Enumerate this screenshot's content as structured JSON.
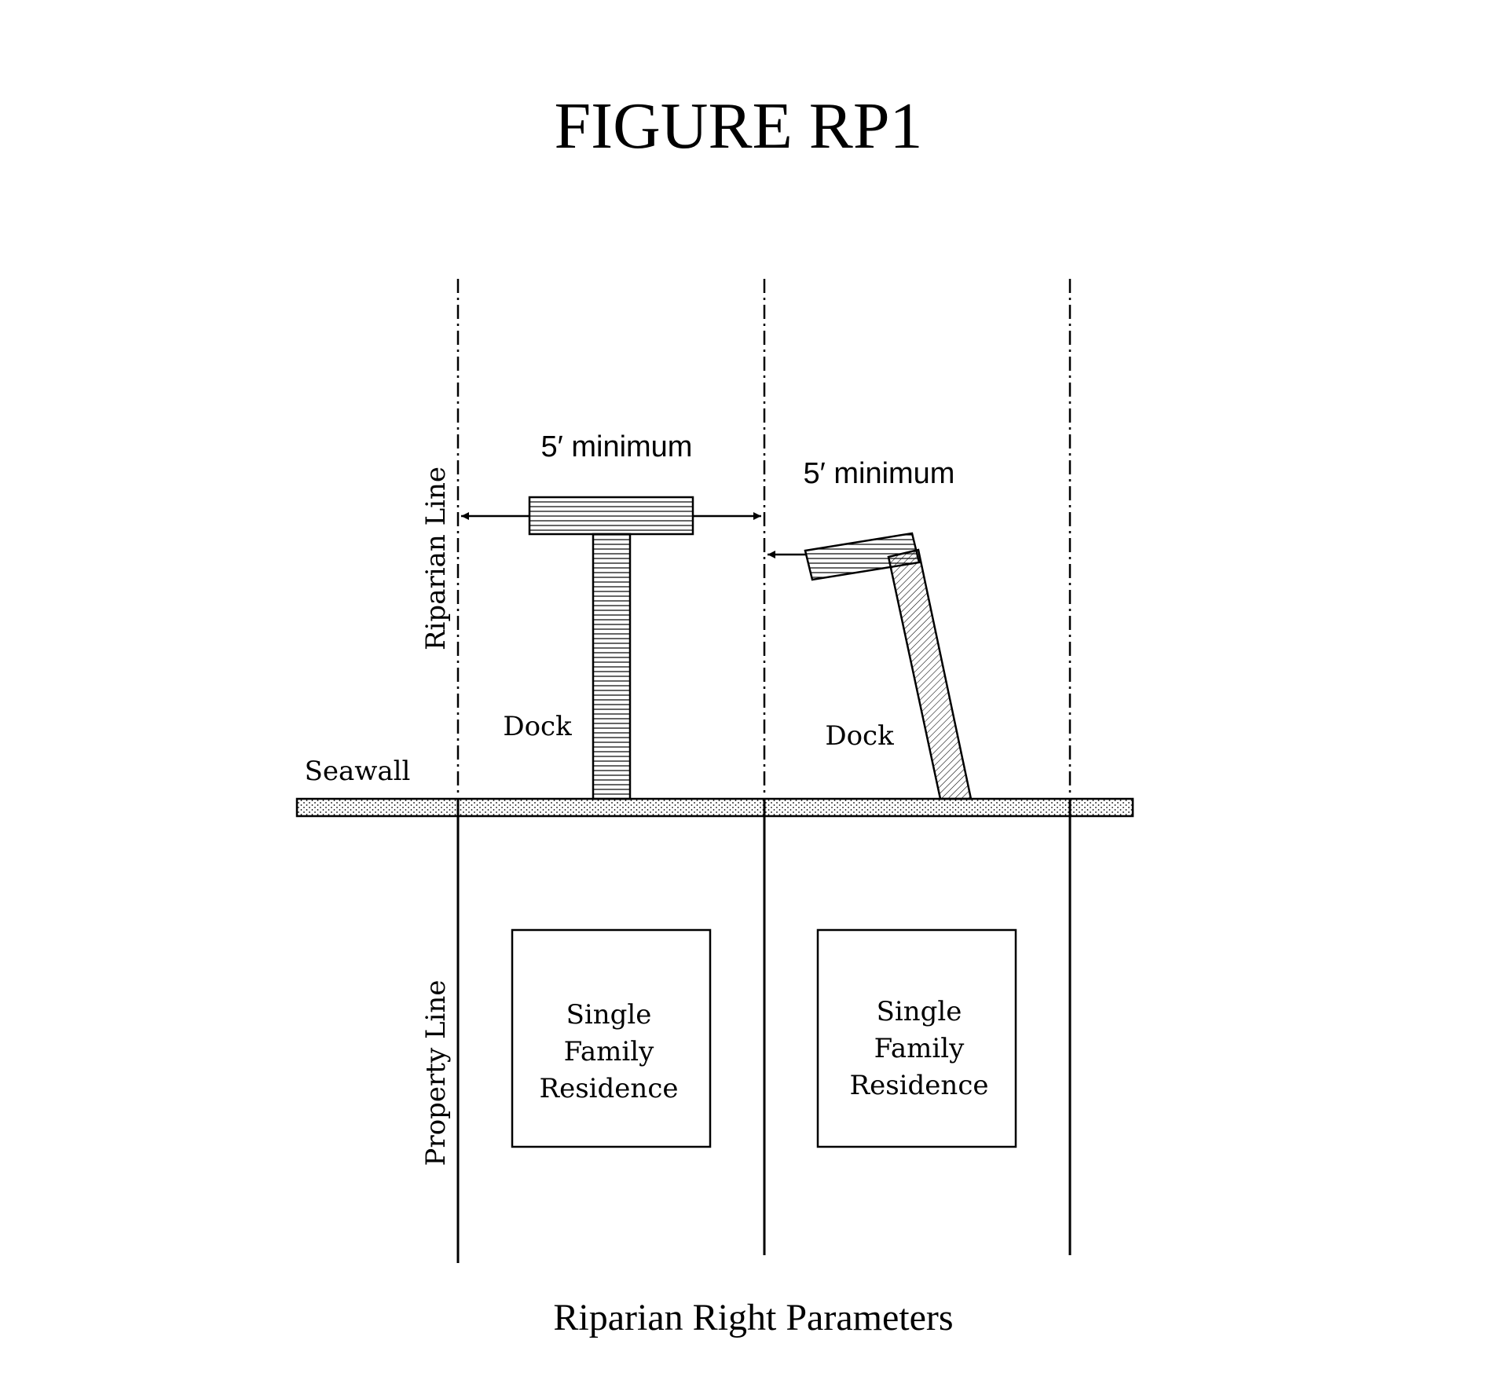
{
  "figure": {
    "title": "FIGURE RP1",
    "caption": "Riparian Right Parameters"
  },
  "labels": {
    "riparian_line": "Riparian Line",
    "property_line": "Property Line",
    "seawall": "Seawall",
    "dock_left": "Dock",
    "dock_right": "Dock",
    "minimum_left": "5′ minimum",
    "minimum_right": "5′ minimum"
  },
  "residences": [
    {
      "lines": [
        "Single",
        "Family",
        "Residence"
      ]
    },
    {
      "lines": [
        "Single",
        "Family",
        "Residence"
      ]
    }
  ]
}
